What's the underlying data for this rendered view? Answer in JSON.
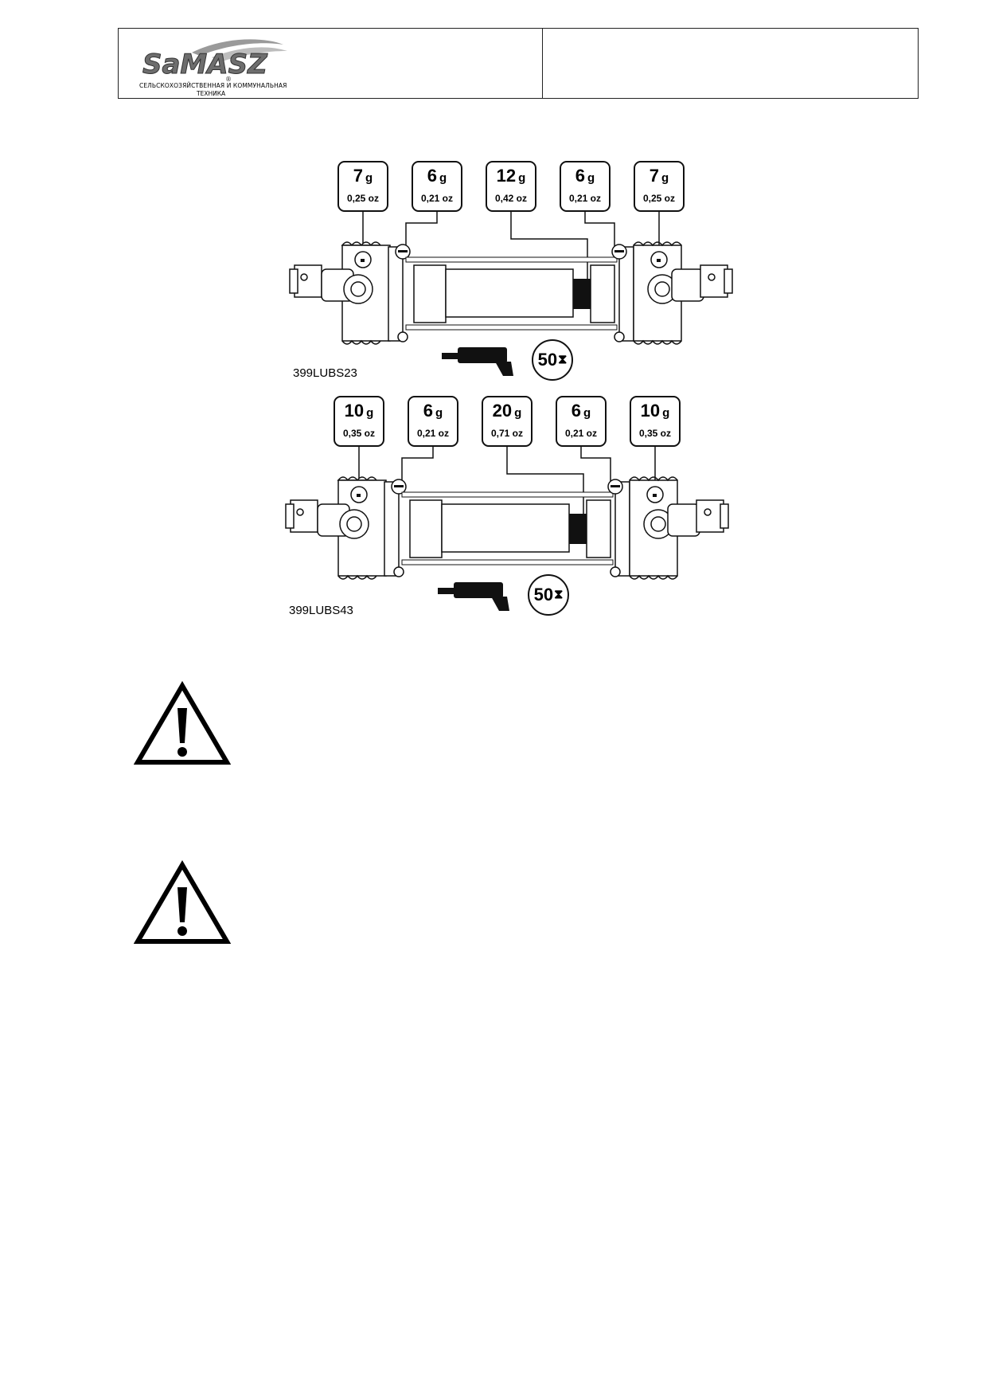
{
  "header": {
    "logo_text": "SaMASZ",
    "logo_registered": "®",
    "logo_subtitle_line1": "СЕЛЬСКОХОЗЯЙСТВЕННАЯ И КОММУНАЛЬНАЯ",
    "logo_subtitle_line2": "ТЕХНИКА",
    "right_cell_text": ""
  },
  "diagrams": [
    {
      "code": "399LUBS23",
      "interval": "50",
      "labels": [
        {
          "g": "7",
          "unit": "g",
          "oz": "0,25 oz"
        },
        {
          "g": "6",
          "unit": "g",
          "oz": "0,21 oz"
        },
        {
          "g": "12",
          "unit": "g",
          "oz": "0,42 oz"
        },
        {
          "g": "6",
          "unit": "g",
          "oz": "0,21 oz"
        },
        {
          "g": "7",
          "unit": "g",
          "oz": "0,25 oz"
        }
      ]
    },
    {
      "code": "399LUBS43",
      "interval": "50",
      "labels": [
        {
          "g": "10",
          "unit": "g",
          "oz": "0,35 oz"
        },
        {
          "g": "6",
          "unit": "g",
          "oz": "0,21 oz"
        },
        {
          "g": "20",
          "unit": "g",
          "oz": "0,71 oz"
        },
        {
          "g": "6",
          "unit": "g",
          "oz": "0,21 oz"
        },
        {
          "g": "10",
          "unit": "g",
          "oz": "0,35 oz"
        }
      ]
    }
  ],
  "warnings": [
    {
      "icon": "warning-triangle-icon",
      "text": ""
    },
    {
      "icon": "warning-triangle-icon",
      "text": ""
    }
  ]
}
